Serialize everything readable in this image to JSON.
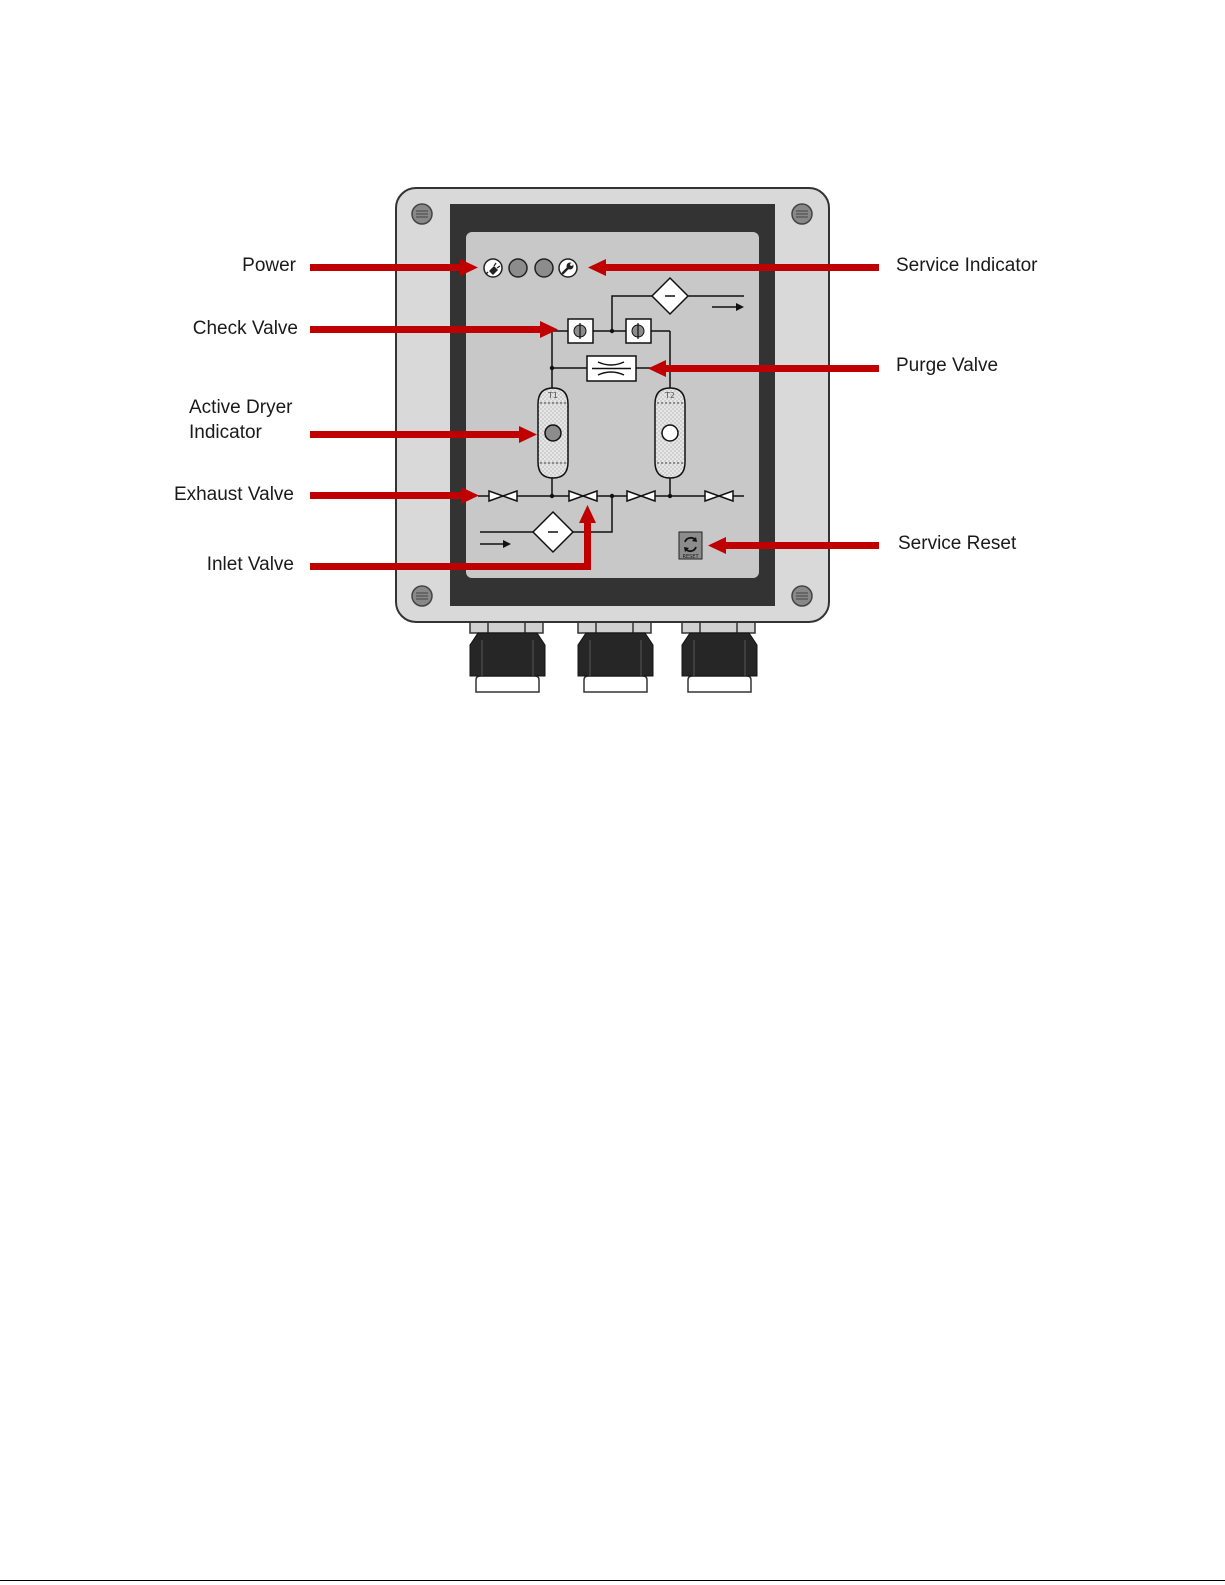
{
  "callouts": {
    "power": "Power",
    "check_valve": "Check Valve",
    "active_dryer_line1": "Active Dryer",
    "active_dryer_line2": "Indicator",
    "exhaust_valve": "Exhaust Valve",
    "inlet_valve": "Inlet Valve",
    "service_indicator": "Service Indicator",
    "purge_valve": "Purge Valve",
    "service_reset": "Service Reset"
  },
  "tanks": {
    "t1": "T1",
    "t2": "T2"
  },
  "reset_button": {
    "label": "RESET"
  },
  "colors": {
    "arrow": "#c00000",
    "enclosure": "#d9d9d9",
    "bezel": "#333333",
    "panel": "#c8c8c8",
    "indicator_off": "#8c8c8c",
    "indicator_active": "#8c8c8c",
    "indicator_inactive": "#ffffff"
  },
  "icons": {
    "power": "power-plug-icon",
    "service": "wrench-icon",
    "reset": "refresh-icon",
    "screw": "screw-icon"
  }
}
